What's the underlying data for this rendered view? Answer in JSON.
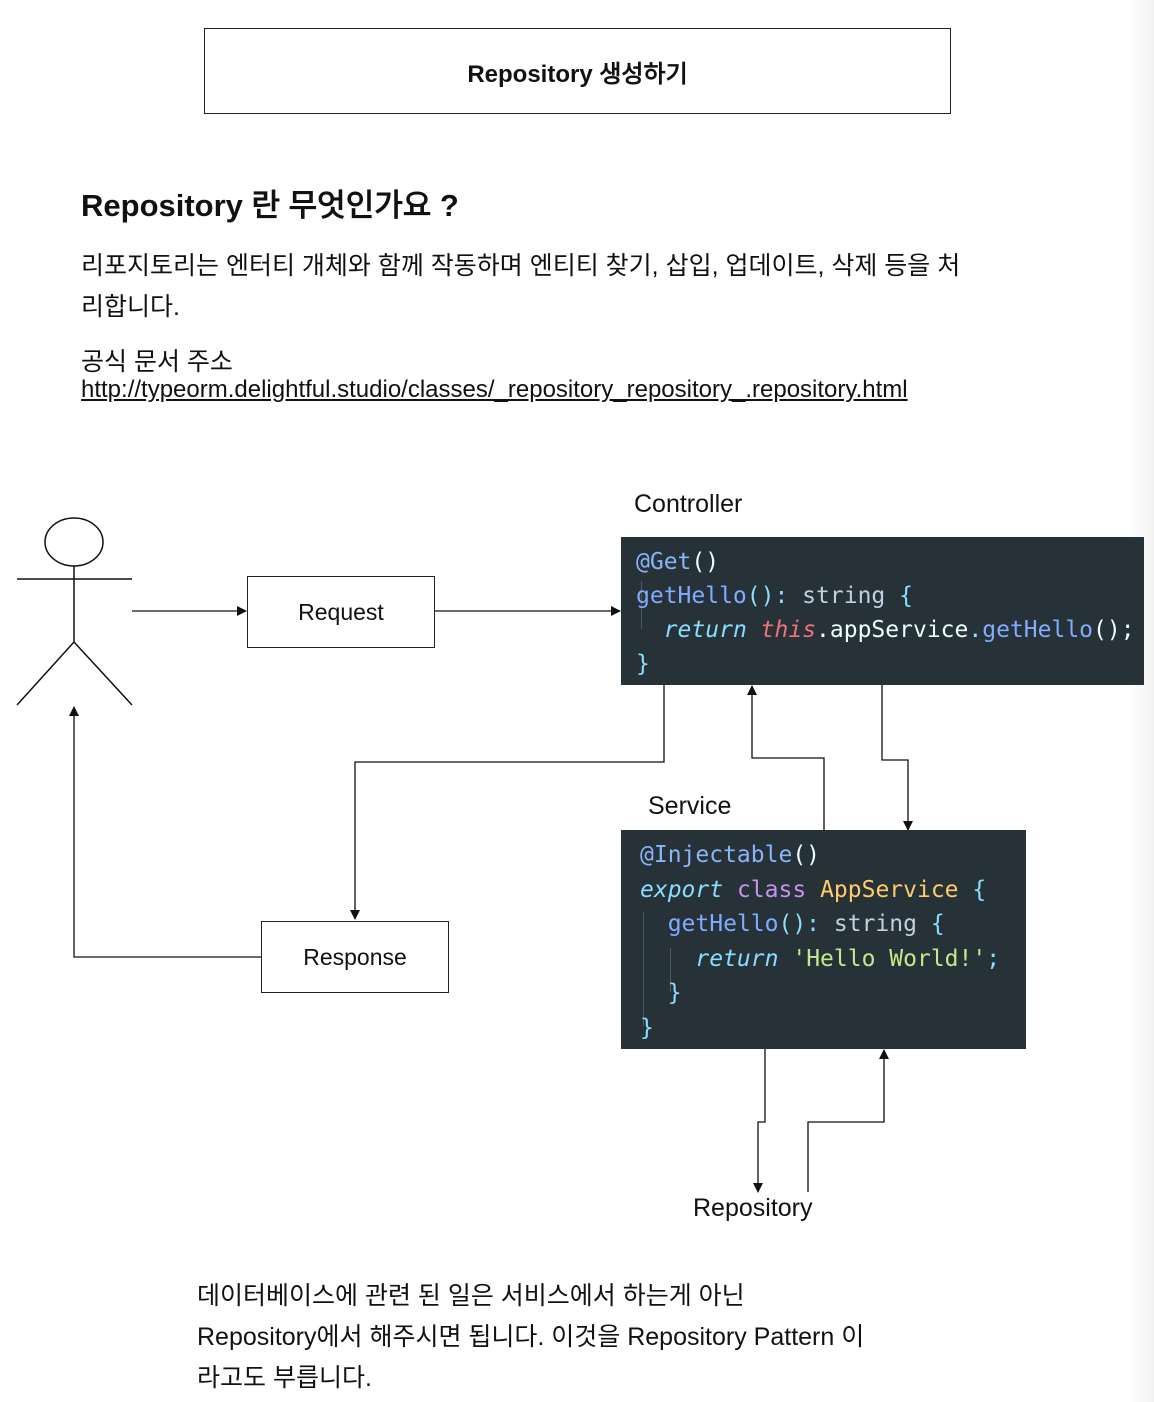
{
  "title": "Repository 생성하기",
  "heading": "Repository 란 무엇인가요 ?",
  "intro": {
    "line1": "리포지토리는 엔터티 개체와 함께 작동하며 엔티티 찾기, 삽입, 업데이트, 삭제 등을 처",
    "line2": "리합니다."
  },
  "docs": {
    "label": "공식 문서 주소",
    "url": "http://typeorm.delightful.studio/classes/_repository_repository_.repository.html"
  },
  "diagram": {
    "request_label": "Request",
    "response_label": "Response",
    "controller_label": "Controller",
    "service_label": "Service",
    "repository_label": "Repository",
    "controller_code": [
      [
        [
          "@Get",
          "deco"
        ],
        [
          "()",
          "plain"
        ]
      ],
      [
        [
          "getHello",
          "fn"
        ],
        [
          "():",
          "punc"
        ],
        [
          " string ",
          "type"
        ],
        [
          "{",
          "punc"
        ]
      ],
      [
        [
          "  ",
          "plain"
        ],
        [
          "return",
          "ret"
        ],
        [
          " ",
          "plain"
        ],
        [
          "this",
          "this"
        ],
        [
          ".appService",
          "plain"
        ],
        [
          ".",
          "punc"
        ],
        [
          "getHello",
          "fn"
        ],
        [
          "();",
          "plain"
        ]
      ],
      [
        [
          "}",
          "punc"
        ]
      ]
    ],
    "service_code": [
      [
        [
          "@Injectable",
          "deco"
        ],
        [
          "()",
          "plain"
        ]
      ],
      [
        [
          "export",
          "ret"
        ],
        [
          " ",
          "plain"
        ],
        [
          "class",
          "kw"
        ],
        [
          " ",
          "plain"
        ],
        [
          "AppService",
          "cls"
        ],
        [
          " {",
          "punc"
        ]
      ],
      [
        [
          "  ",
          "plain"
        ],
        [
          "getHello",
          "fn"
        ],
        [
          "():",
          "punc"
        ],
        [
          " string ",
          "type"
        ],
        [
          "{",
          "punc"
        ]
      ],
      [
        [
          "    ",
          "plain"
        ],
        [
          "return",
          "ret"
        ],
        [
          " ",
          "plain"
        ],
        [
          "'Hello World!'",
          "str"
        ],
        [
          ";",
          "punc"
        ]
      ],
      [
        [
          "  ",
          "plain"
        ],
        [
          "}",
          "punc"
        ]
      ],
      [
        [
          "}",
          "punc"
        ]
      ]
    ]
  },
  "bottom": {
    "line1": "데이터베이스에 관련 된 일은 서비스에서 하는게 아닌",
    "line2": "Repository에서 해주시면 됩니다. 이것을 Repository Pattern 이",
    "line3": "라고도 부릅니다."
  }
}
